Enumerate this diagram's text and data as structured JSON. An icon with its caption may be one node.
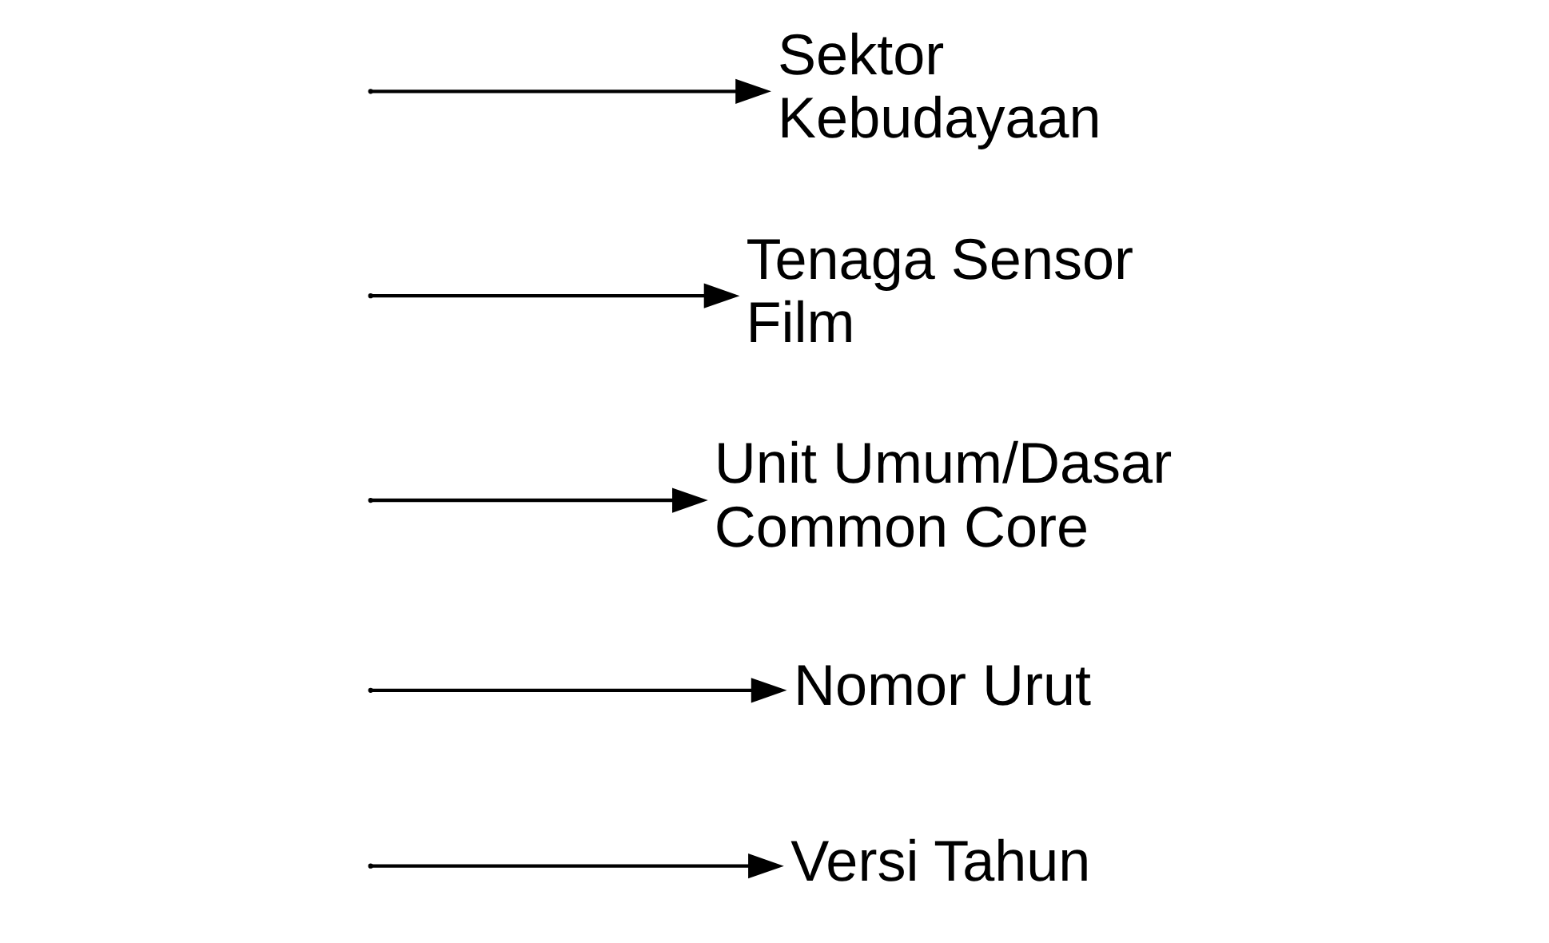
{
  "diagram": {
    "nodes": [
      {
        "text": [
          "Versi Tahun"
        ]
      },
      {
        "text": [
          "Nomor Urut"
        ]
      },
      {
        "text": [
          "Unit Umum/Dasar Common Core"
        ]
      },
      {
        "text": [
          "Tenaga Sensor Film"
        ]
      },
      {
        "text": [
          "Sektor Kebudayaan"
        ]
      }
    ],
    "edges": [
      {
        "from": null,
        "to": 0,
        "arrow": "to"
      },
      {
        "from": null,
        "to": 1,
        "arrow": "to"
      },
      {
        "from": null,
        "to": 2,
        "arrow": "to"
      },
      {
        "from": null,
        "to": 3,
        "arrow": "to"
      },
      {
        "from": null,
        "to": 4,
        "arrow": "to"
      }
    ]
  }
}
